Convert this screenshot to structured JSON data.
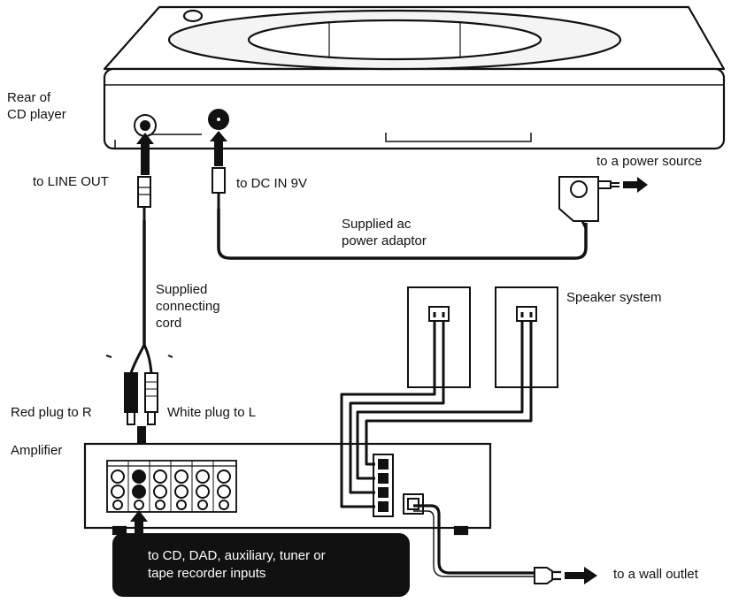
{
  "labels": {
    "rear_of_cd_player": [
      "Rear of",
      "CD player"
    ],
    "to_line_out": "to LINE OUT",
    "to_dc_in": "to DC IN 9V",
    "to_power_source": "to a power source",
    "supplied_ac_adaptor": [
      "Supplied ac",
      "power adaptor"
    ],
    "supplied_connecting_cord": [
      "Supplied",
      "connecting",
      "cord"
    ],
    "speaker_system": "Speaker system",
    "red_plug": "Red plug to R",
    "white_plug": "White plug to L",
    "amplifier": "Amplifier",
    "amp_inputs_callout": [
      "to CD, DAD, auxiliary, tuner or",
      "tape recorder inputs"
    ],
    "to_wall_outlet": "to a wall outlet"
  },
  "colors": {
    "ink": "#111111",
    "paper": "#ffffff",
    "callout_bg": "#111111",
    "callout_text": "#ffffff"
  }
}
